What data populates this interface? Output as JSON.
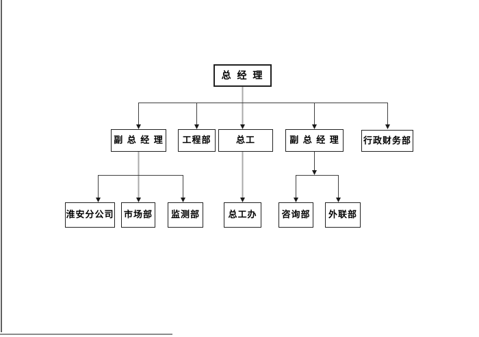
{
  "page": {
    "background_color": "#ffffff",
    "left_border_color": "#5f5f5f",
    "bottom_border_color": "#8a8a8a"
  },
  "diagram": {
    "type": "org-chart",
    "branch_line_color": "#3d3d3d",
    "trunk_line_color": "#a9a9a9",
    "arrowhead_color": "#1a1a1a",
    "box_border_color": "#1f1f1f",
    "text_color": "#000000",
    "nodes": [
      {
        "id": "general-manager",
        "label": "总 经 理",
        "level": 1
      },
      {
        "id": "deputy-general-manager-1",
        "label": "副 总 经 理",
        "level": 2
      },
      {
        "id": "engineering-dept",
        "label": "工程部",
        "level": 2
      },
      {
        "id": "chief-engineer",
        "label": "总工",
        "level": 2
      },
      {
        "id": "deputy-general-manager-2",
        "label": "副 总 经 理",
        "level": 2
      },
      {
        "id": "admin-finance-dept",
        "label": "行政财务部",
        "level": 2
      },
      {
        "id": "huaian-branch",
        "label": "淮安分公司",
        "level": 3
      },
      {
        "id": "marketing-dept",
        "label": "市场部",
        "level": 3
      },
      {
        "id": "monitoring-dept",
        "label": "监测部",
        "level": 3
      },
      {
        "id": "chief-engineer-office",
        "label": "总工办",
        "level": 3
      },
      {
        "id": "consulting-dept",
        "label": "咨询部",
        "level": 3
      },
      {
        "id": "external-relations-dept",
        "label": "外联部",
        "level": 3
      }
    ],
    "edges": [
      {
        "from": "general-manager",
        "to": "deputy-general-manager-1"
      },
      {
        "from": "general-manager",
        "to": "engineering-dept"
      },
      {
        "from": "general-manager",
        "to": "chief-engineer"
      },
      {
        "from": "general-manager",
        "to": "deputy-general-manager-2"
      },
      {
        "from": "general-manager",
        "to": "admin-finance-dept"
      },
      {
        "from": "deputy-general-manager-1",
        "to": "huaian-branch"
      },
      {
        "from": "deputy-general-manager-1",
        "to": "marketing-dept"
      },
      {
        "from": "deputy-general-manager-1",
        "to": "monitoring-dept"
      },
      {
        "from": "chief-engineer",
        "to": "chief-engineer-office"
      },
      {
        "from": "deputy-general-manager-2",
        "to": "consulting-dept"
      },
      {
        "from": "deputy-general-manager-2",
        "to": "external-relations-dept"
      }
    ]
  }
}
